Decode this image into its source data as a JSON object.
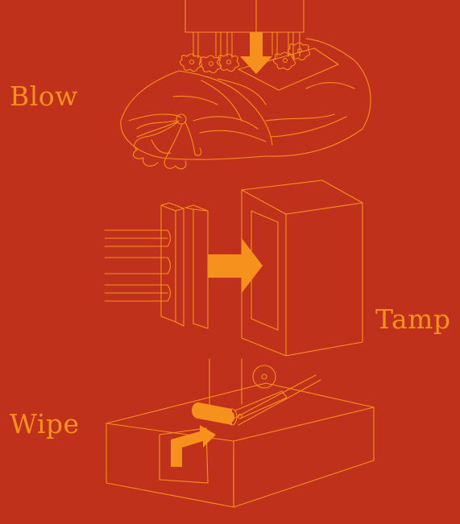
{
  "labels": {
    "blow": "Blow",
    "tamp": "Tamp",
    "wipe": "Wipe"
  },
  "colors": {
    "background": "#c0311b",
    "line": "#f7911e",
    "arrow": "#f7911e"
  },
  "icons": {
    "blow": "blower-over-bag-icon",
    "tamp": "press-plate-into-box-icon",
    "wipe": "roller-over-box-icon"
  }
}
